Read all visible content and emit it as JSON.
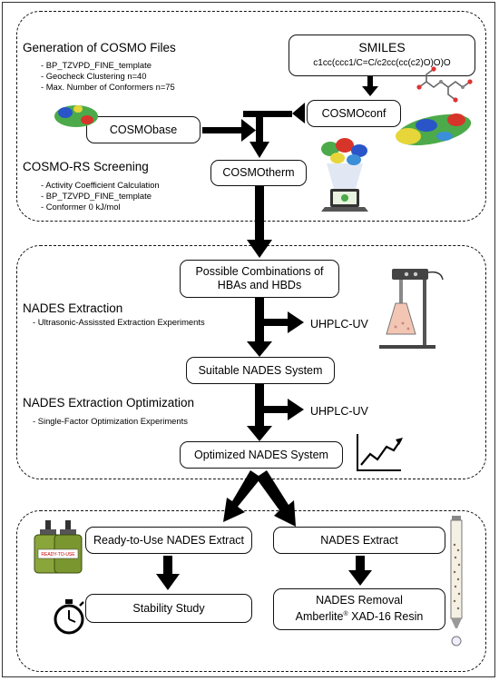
{
  "section1": {
    "heading": "Generation of COSMO Files",
    "bullets": [
      "BP_TZVPD_FINE_template",
      "Geocheck Clustering n=40",
      "Max. Number of Conformers n=75"
    ],
    "smiles_title": "SMILES",
    "smiles_string": "c1cc(ccc1/C=C/c2cc(cc(c2)O)O)O",
    "cosmoconf": "COSMOconf",
    "cosmobase": "COSMObase",
    "screening_heading": "COSMO-RS Screening",
    "screening_bullets": [
      "Activity Coefficient Calculation",
      "BP_TZVPD_FINE_template",
      "Conformer 0 kJ/mol"
    ],
    "cosmotherm": "COSMOtherm"
  },
  "section2": {
    "combinations_line1": "Possible Combinations of",
    "combinations_line2": "HBAs and HBDs",
    "extraction_heading": "NADES Extraction",
    "extraction_bullets": [
      "Ultrasonic-Assissted Extraction Experiments"
    ],
    "uhplc1": "UHPLC-UV",
    "suitable": "Suitable NADES System",
    "optimization_heading": "NADES Extraction Optimization",
    "optimization_bullets": [
      "Single-Factor Optimization Experiments"
    ],
    "uhplc2": "UHPLC-UV",
    "optimized": "Optimized NADES System"
  },
  "section3": {
    "ready": "Ready-to-Use NADES Extract",
    "extract": "NADES Extract",
    "stability": "Stability Study",
    "removal_line1": "NADES Removal",
    "removal_brand": "Amberlite",
    "removal_reg": "®",
    "removal_rest": " XAD-16 Resin",
    "bottle_label": "READY-TO-USE"
  },
  "icons": [
    "molecule-icon",
    "cosmo-surface-icon",
    "laptop-screening-icon",
    "ultrasonic-flask-icon",
    "trend-chart-icon",
    "extract-bottles-icon",
    "stopwatch-icon",
    "resin-column-icon"
  ],
  "colors": {
    "line": "#111111",
    "arrow": "#000000",
    "cosmo_red": "#d8352a",
    "cosmo_green": "#4caa4a",
    "cosmo_blue": "#2a55c8",
    "flask_fill": "#f3c6b4"
  }
}
